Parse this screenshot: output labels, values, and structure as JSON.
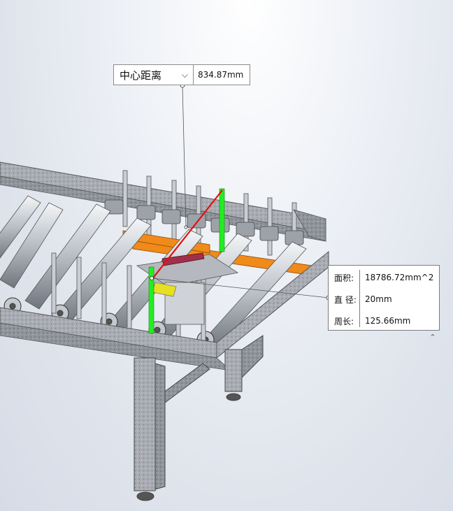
{
  "measure": {
    "mode_label": "中心距离",
    "value": "834.87mm"
  },
  "properties": {
    "rows": [
      {
        "label": "面积:",
        "value": "18786.72mm^2"
      },
      {
        "label": "直 径:",
        "value": "20mm"
      },
      {
        "label": "周长:",
        "value": "125.66mm"
      }
    ]
  },
  "icons": {
    "dropdown": "chevron-down-icon",
    "collapse": "chevron-up-icon"
  },
  "colors": {
    "measure_line": "#e01010",
    "highlight": "#22ee22",
    "bracket": "#f08a1a",
    "selected_part": "#e6e020",
    "frame": "#9aa0a8"
  }
}
